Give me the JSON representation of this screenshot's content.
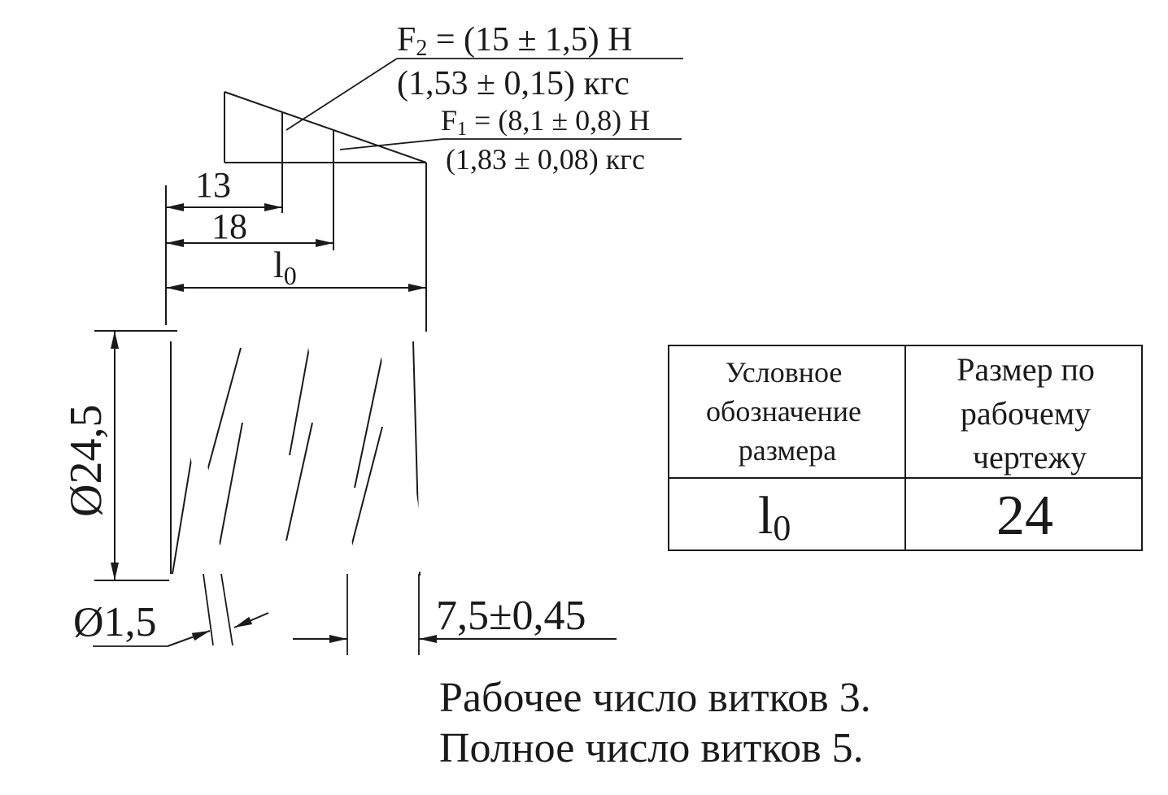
{
  "forces": {
    "f2": {
      "symbol": "F",
      "sub": "2",
      "newton": " = (15 ± 1,5) Н",
      "kgf": "(1,53 ± 0,15) кгс"
    },
    "f1": {
      "symbol": "F",
      "sub": "1",
      "newton": " = (8,1 ± 0,8) Н",
      "kgf": "(1,83 ± 0,08) кгс"
    }
  },
  "dimensions": {
    "len_13": "13",
    "len_18": "18",
    "free_length": {
      "symbol": "l",
      "sub": "0"
    },
    "outer_diameter": "Ø24,5",
    "wire_diameter": "Ø1,5",
    "pitch": "7,5±0,45"
  },
  "table": {
    "headers": [
      "Условное обозначение размера",
      "Размер по рабочему чертежу"
    ],
    "header_lines": [
      [
        "Условное",
        "обозначение",
        "размера"
      ],
      [
        "Размер по",
        "рабочему",
        "чертежу"
      ]
    ],
    "row": {
      "symbol": "l",
      "sub": "0",
      "value": "24"
    }
  },
  "notes": [
    "Рабочее число витков 3.",
    "Полное число витков 5."
  ],
  "colors": {
    "ink": "#1a1a1a",
    "background": "#ffffff"
  }
}
